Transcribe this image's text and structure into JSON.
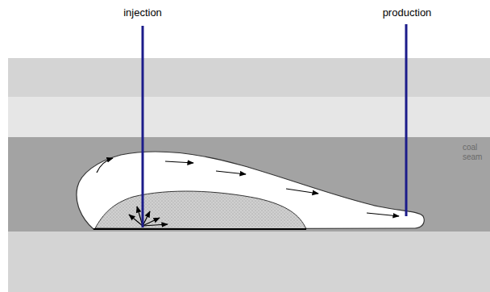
{
  "diagram": {
    "labels": [
      "injection",
      "production",
      "coal seam"
    ]
  }
}
